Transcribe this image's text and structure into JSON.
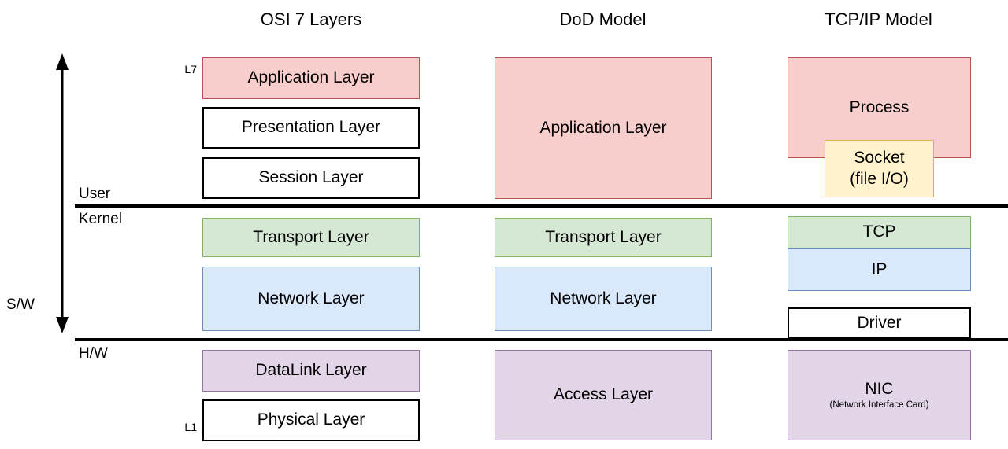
{
  "titles": {
    "osi": "OSI 7 Layers",
    "dod": "DoD Model",
    "tcpip": "TCP/IP Model"
  },
  "annotations": {
    "user": "User",
    "kernel": "Kernel",
    "sw": "S/W",
    "hw": "H/W",
    "l7": "L7",
    "l1": "L1"
  },
  "osi": {
    "boxes": [
      {
        "label": "Application Layer",
        "color": "red"
      },
      {
        "label": "Presentation Layer",
        "color": "white"
      },
      {
        "label": "Session Layer",
        "color": "white"
      },
      {
        "label": "Transport Layer",
        "color": "green"
      },
      {
        "label": "Network Layer",
        "color": "blue"
      },
      {
        "label": "DataLink Layer",
        "color": "purple"
      },
      {
        "label": "Physical Layer",
        "color": "white"
      }
    ]
  },
  "dod": {
    "boxes": [
      {
        "label": "Application Layer",
        "color": "red"
      },
      {
        "label": "Transport Layer",
        "color": "green"
      },
      {
        "label": "Network Layer",
        "color": "blue"
      },
      {
        "label": "Access Layer",
        "color": "purple"
      }
    ]
  },
  "tcpip": {
    "boxes": [
      {
        "label": "Process",
        "color": "red"
      },
      {
        "label": "Socket",
        "sublabel": "(file I/O)",
        "color": "yellow"
      },
      {
        "label": "TCP",
        "color": "green"
      },
      {
        "label": "IP",
        "color": "blue"
      },
      {
        "label": "Driver",
        "color": "white"
      },
      {
        "label": "NIC",
        "sublabel": "(Network Interface Card)",
        "color": "purple"
      }
    ]
  },
  "colors": {
    "red_fill": "#f8cecc",
    "red_stroke": "#b85450",
    "green_fill": "#d5e8d4",
    "green_stroke": "#82b366",
    "blue_fill": "#dae8fc",
    "blue_stroke": "#6c8ebf",
    "purple_fill": "#e1d5e7",
    "purple_stroke": "#9673a6",
    "yellow_fill": "#fff2cc",
    "yellow_stroke": "#d6b656",
    "line": "#000000"
  }
}
